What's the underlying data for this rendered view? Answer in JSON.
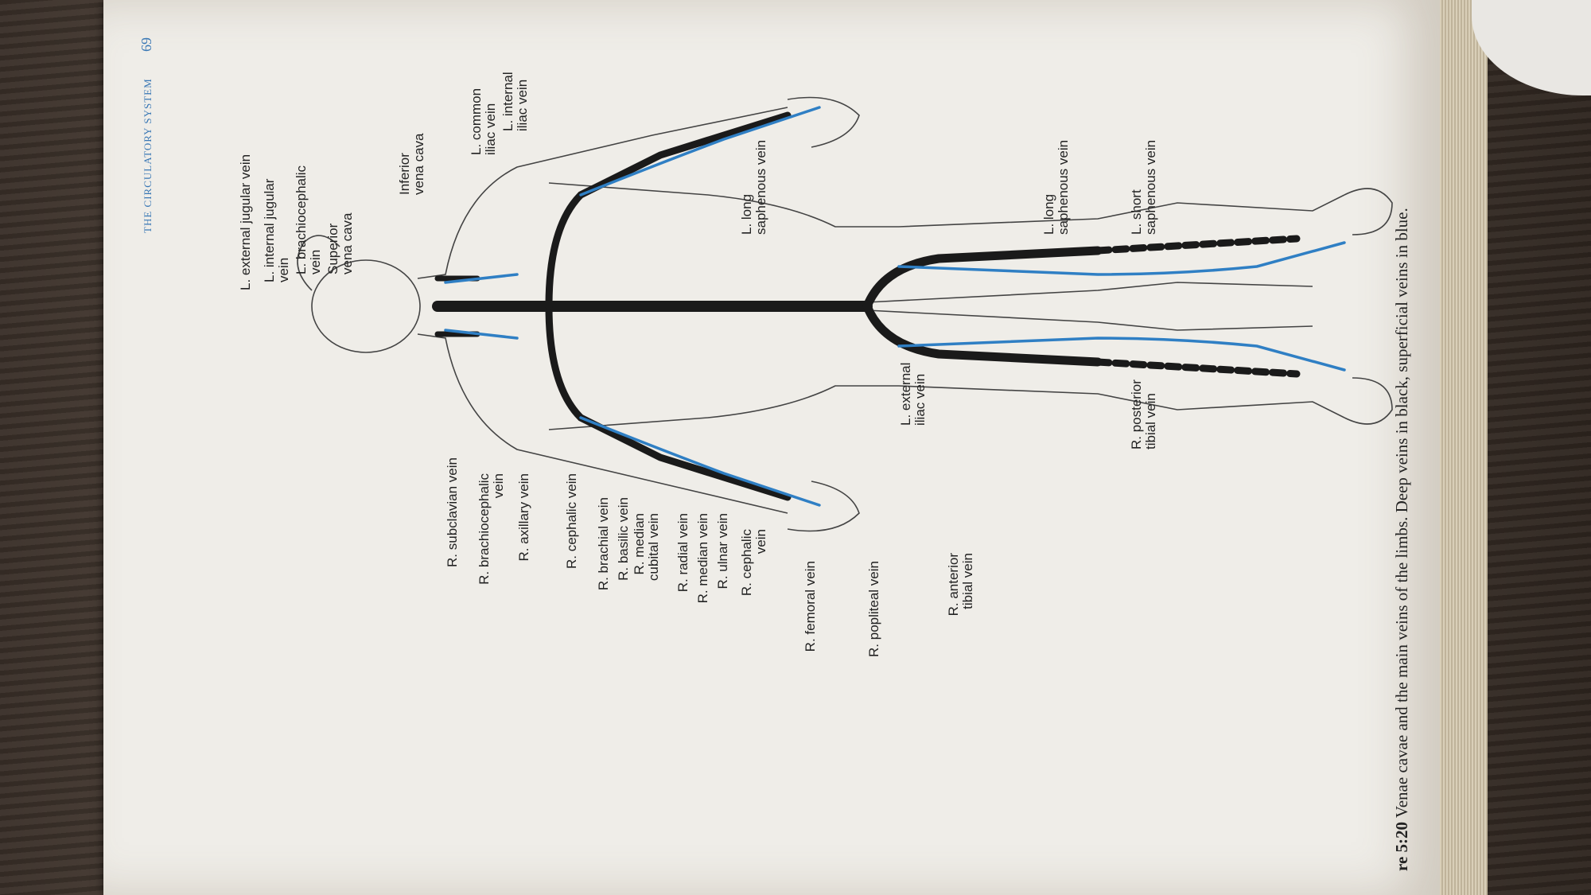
{
  "header": {
    "running_head": "THE CIRCULATORY SYSTEM",
    "page_number": "69"
  },
  "caption": {
    "figure_number": "re 5:20",
    "text": "Venae cavae and the main veins of the limbs. Deep veins in black, superficial veins in blue."
  },
  "colors": {
    "deep_vein": "#1a1a1a",
    "superficial_vein": "#2f7fc4",
    "outline": "#444444"
  },
  "labels_left": [
    "R. subclavian  vein",
    "R. brachiocephalic\nvein",
    "R. axillary vein",
    "R. cephalic vein",
    "R. brachial vein",
    "R. basilic vein",
    "R. median\ncubital vein",
    "R. radial vein",
    "R. median vein",
    "R. ulnar vein",
    "R. cephalic\nvein",
    "R. femoral  vein",
    "R. popliteal vein",
    "R. anterior\ntibial vein"
  ],
  "labels_right": [
    "L. external  jugular vein",
    "L. internal  jugular\nvein",
    "L. brachiocephalic\nvein",
    "Superior\nvena cava",
    "Inferior\nvena cava",
    "L. common\niliac vein",
    "L. internal\niliac vein",
    "L. long\nsaphenous vein",
    "L. long\nsaphenous vein",
    "L. short\nsaphenous vein"
  ],
  "labels_center": [
    "L. external\niliac vein",
    "R. posterior\ntibial vein"
  ]
}
